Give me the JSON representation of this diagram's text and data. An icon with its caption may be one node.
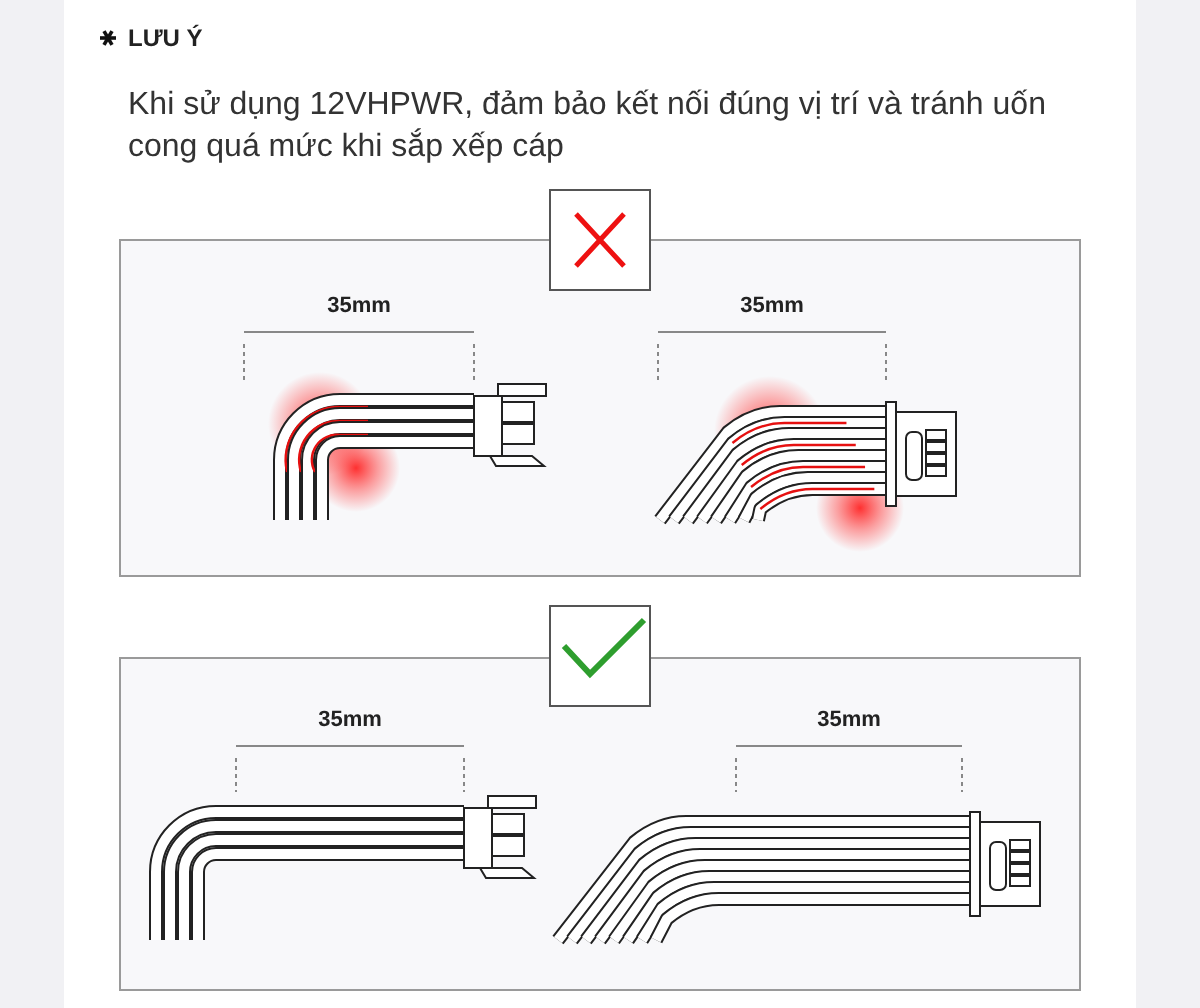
{
  "diagram": {
    "title": "LƯU Ý",
    "labels": [
      "Khi sử dụng 12VHPWR, đảm bảo kết nối đúng vị trí và tránh uốn cong quá mức khi sắp xếp cáp",
      "35mm",
      "35mm",
      "35mm",
      "35mm"
    ]
  }
}
